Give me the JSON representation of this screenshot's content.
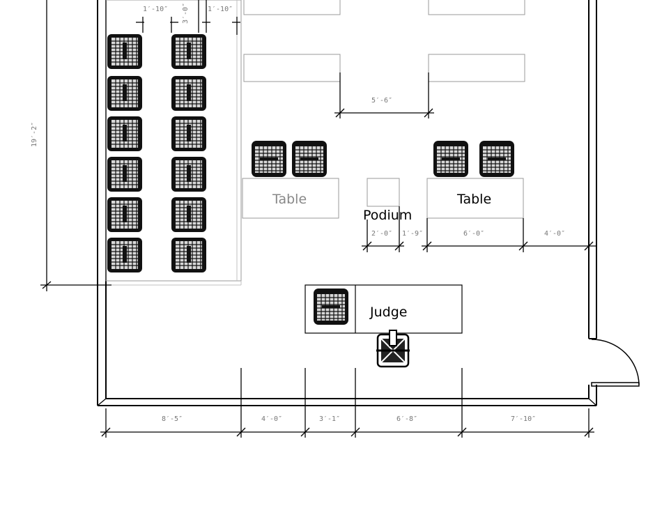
{
  "labels": {
    "left_table": "Table",
    "right_table": "Table",
    "podium": "Podium",
    "judge": "Judge"
  },
  "dimensions": {
    "gallery_gap_left": "1′-10″",
    "gallery_gap_mid": "3′-0″",
    "gallery_gap_right": "1′-10″",
    "gallery_depth": "19′-2″",
    "table_spacing": "5′-6″",
    "podium_width": "2′-0″",
    "podium_gap": "1′-9″",
    "right_table_width": "6′-0″",
    "right_side_gap": "4′-0″",
    "bottom_1": "8′-5″",
    "bottom_2": "4′-0″",
    "bottom_3": "3′-1″",
    "bottom_4": "6′-8″",
    "bottom_5": "7′-10″"
  },
  "symbols": {
    "chair": "chair-icon",
    "judge_chair": "office-chair-icon",
    "door": "door-swing-icon"
  }
}
